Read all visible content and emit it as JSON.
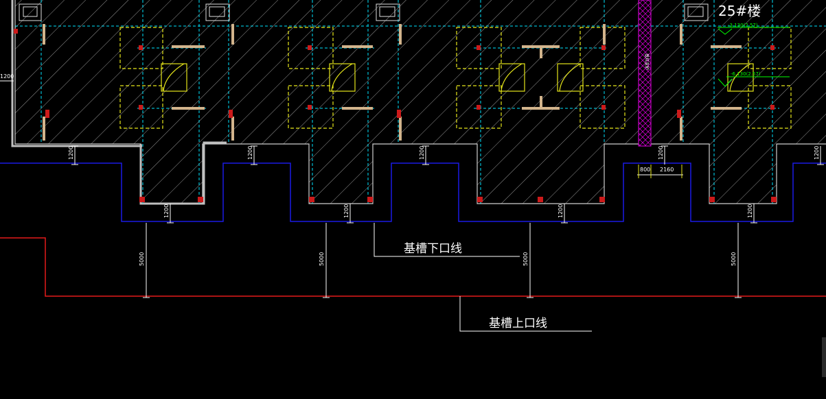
{
  "building": {
    "label": "25#楼"
  },
  "elevations": {
    "top": "-3.130(2.57)",
    "mid": "-6.130(2.57)"
  },
  "dims": {
    "d1200": "1200",
    "d5000": "5000",
    "d800": "800",
    "d2160": "2160",
    "left_partial": "1200"
  },
  "labels": {
    "lower_edge": "基槽下口线",
    "upper_edge": "基槽上口线"
  },
  "vertical_tag": "基坑支护",
  "colors": {
    "lower_edge": "#1a1ae6",
    "upper_edge": "#e61a1a",
    "hatch": "#c8c8c8",
    "axis": "#00e5ff",
    "column": "#e6e61a",
    "wall": "#d2b48c",
    "magenta": "#e600e6"
  }
}
